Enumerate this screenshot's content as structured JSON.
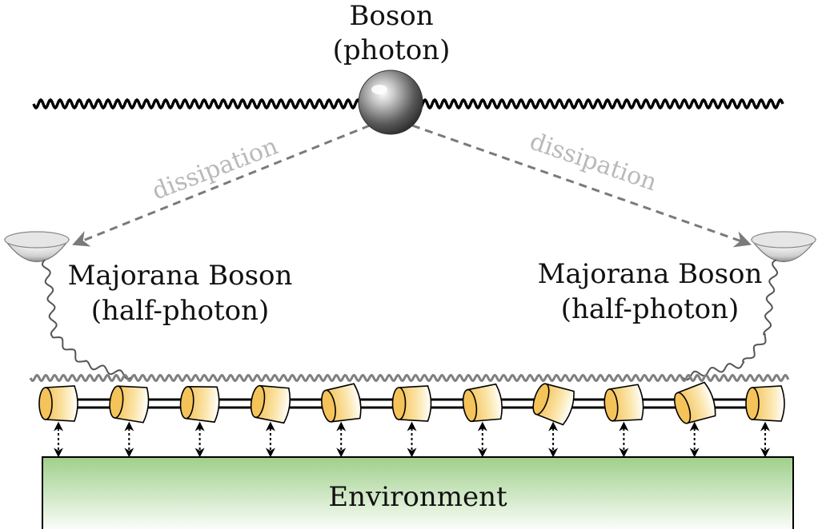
{
  "boson": {
    "title": "Boson",
    "subtitle": "(photon)"
  },
  "dissipation_left": "dissipation",
  "dissipation_right": "dissipation",
  "majorana_left": {
    "title": "Majorana Boson",
    "subtitle": "(half-photon)"
  },
  "majorana_right": {
    "title": "Majorana Boson",
    "subtitle": "(half-photon)"
  },
  "environment": {
    "label": "Environment"
  },
  "chain": {
    "cylinder_count": 11,
    "tilts_deg": [
      0,
      6,
      4,
      8,
      -10,
      0,
      -8,
      18,
      -6,
      -18,
      0
    ]
  },
  "colors": {
    "cylinder_fill": "#f7d77b",
    "environment_top": "#9fcf8a",
    "environment_bottom": "#ffffff",
    "dashed_arrow": "#7a7a7a",
    "dissipation_text": "#b9b9b9",
    "wave": "#000000",
    "gray_wave": "#7f7f7f"
  },
  "icons": {
    "boson": "sphere-icon",
    "majorana": "bowl-icon",
    "coupling": "double-arrow-icon"
  }
}
